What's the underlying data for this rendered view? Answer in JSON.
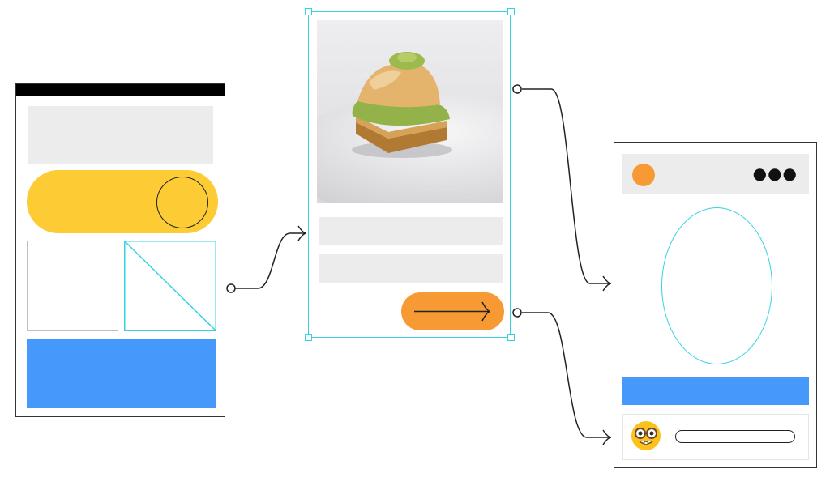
{
  "colors": {
    "yellow": "#fdcb33",
    "orange": "#f89a33",
    "blue": "#4499fb",
    "cyan": "#35d2e0",
    "placeholder": "#ececec"
  },
  "screens": [
    {
      "name": "screen-1",
      "elements": [
        "header-placeholder",
        "toggle-switch",
        "image-placeholder",
        "image-placeholder-selected",
        "footer-block"
      ]
    },
    {
      "name": "screen-2",
      "elements": [
        "food-photo",
        "text-line",
        "text-line",
        "next-button"
      ]
    },
    {
      "name": "screen-3",
      "elements": [
        "avatar",
        "more-icon",
        "oval-placeholder",
        "blue-bar",
        "emoji-avatar",
        "text-input"
      ]
    }
  ],
  "icons": {
    "next": "arrow-right-icon",
    "more": "more-horizontal-icon",
    "emoji": "nerd-face-emoji"
  },
  "connections": [
    {
      "from": "screen-1",
      "to": "screen-2"
    },
    {
      "from": "screen-2",
      "to": "screen-3-top"
    },
    {
      "from": "screen-2-button",
      "to": "screen-3-bottom"
    }
  ]
}
